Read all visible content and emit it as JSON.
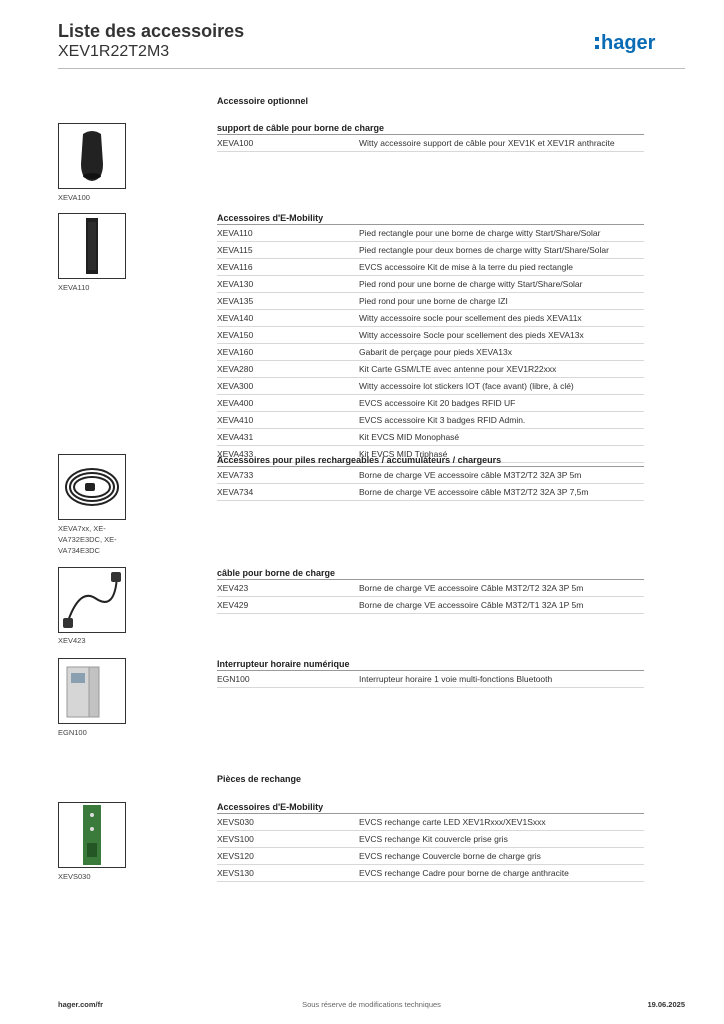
{
  "header": {
    "title": "Liste des accessoires",
    "subtitle": "XEV1R22T2M3",
    "logo_text": ":hager",
    "brand_color": "#0a6cb5"
  },
  "sections": {
    "optional": "Accessoire optionnel",
    "spare": "Pièces de rechange"
  },
  "groups": [
    {
      "title": "support de câble pour borne de charge",
      "image_caption": "XEVA100",
      "rows": [
        {
          "ref": "XEVA100",
          "desc": "Witty accessoire support de câble pour XEV1K et XEV1R anthracite"
        }
      ]
    },
    {
      "title": "Accessoires d'E-Mobility",
      "image_caption": "XEVA110",
      "rows": [
        {
          "ref": "XEVA110",
          "desc": "Pied rectangle pour une borne de charge witty Start/Share/Solar"
        },
        {
          "ref": "XEVA115",
          "desc": "Pied rectangle pour deux bornes de charge witty Start/Share/Solar"
        },
        {
          "ref": "XEVA116",
          "desc": "EVCS accessoire Kit de mise à la terre du pied rectangle"
        },
        {
          "ref": "XEVA130",
          "desc": "Pied rond pour une borne de charge witty Start/Share/Solar"
        },
        {
          "ref": "XEVA135",
          "desc": "Pied rond pour une borne de charge IZI"
        },
        {
          "ref": "XEVA140",
          "desc": "Witty accessoire socle pour scellement des pieds XEVA11x"
        },
        {
          "ref": "XEVA150",
          "desc": "Witty accessoire Socle pour scellement des pieds XEVA13x"
        },
        {
          "ref": "XEVA160",
          "desc": "Gabarit de perçage pour pieds XEVA13x"
        },
        {
          "ref": "XEVA280",
          "desc": "Kit Carte GSM/LTE avec antenne pour XEV1R22xxx"
        },
        {
          "ref": "XEVA300",
          "desc": "Witty accessoire lot stickers IOT (face avant) (libre, à clé)"
        },
        {
          "ref": "XEVA400",
          "desc": "EVCS accessoire Kit 20 badges RFID UF"
        },
        {
          "ref": "XEVA410",
          "desc": "EVCS accessoire Kit 3 badges RFID Admin."
        },
        {
          "ref": "XEVA431",
          "desc": "Kit EVCS MID Monophasé"
        },
        {
          "ref": "XEVA433",
          "desc": "Kit EVCS MID Triphasé"
        }
      ]
    },
    {
      "title": "Accessoires pour piles rechargeables / accumulateurs / chargeurs",
      "image_caption": "XEVA7xx, XE-VA732E3DC, XE-VA734E3DC",
      "rows": [
        {
          "ref": "XEVA733",
          "desc": "Borne de charge VE accessoire câble M3T2/T2 32A 3P 5m"
        },
        {
          "ref": "XEVA734",
          "desc": "Borne de charge VE accessoire câble M3T2/T2 32A 3P 7,5m"
        }
      ]
    },
    {
      "title": "câble pour borne de charge",
      "image_caption": "XEV423",
      "rows": [
        {
          "ref": "XEV423",
          "desc": "Borne de charge VE accessoire Câble M3T2/T2 32A 3P 5m"
        },
        {
          "ref": "XEV429",
          "desc": "Borne de charge VE accessoire Câble M3T2/T1 32A 1P 5m"
        }
      ]
    },
    {
      "title": "Interrupteur horaire numérique",
      "image_caption": "EGN100",
      "rows": [
        {
          "ref": "EGN100",
          "desc": "Interrupteur horaire 1 voie multi-fonctions Bluetooth"
        }
      ]
    },
    {
      "title": "Accessoires d'E-Mobility",
      "image_caption": "XEVS030",
      "rows": [
        {
          "ref": "XEVS030",
          "desc": "EVCS rechange carte LED XEV1Rxxx/XEV1Sxxx"
        },
        {
          "ref": "XEVS100",
          "desc": "EVCS rechange Kit couvercle prise gris"
        },
        {
          "ref": "XEVS120",
          "desc": "EVCS rechange Couvercle borne de charge gris"
        },
        {
          "ref": "XEVS130",
          "desc": "EVCS rechange Cadre pour borne de charge anthracite"
        }
      ]
    }
  ],
  "footer": {
    "website": "hager.com/fr",
    "disclaimer": "Sous réserve de modifications techniques",
    "date": "19.06.2025"
  }
}
